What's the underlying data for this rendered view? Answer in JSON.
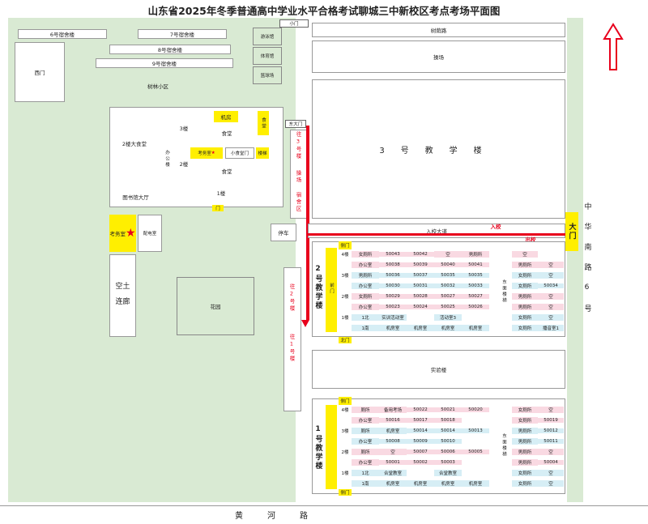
{
  "title": "山东省2025年冬季普通高中学业水平合格考试聊城三中新校区考点考场平面图",
  "compass": "北",
  "labels": {
    "dorm6": "6号宿舍楼",
    "dorm7": "7号宿舍楼",
    "dorm8": "8号宿舍楼",
    "dorm9": "9号宿舍楼",
    "west_gate": "西门",
    "plaza": "树林小区",
    "small_gate": "小门",
    "top_right_a": "树荫路",
    "top_right_b": "操场",
    "g1": "游泳馆",
    "g2": "体育馆",
    "g3": "篮球场",
    "canteen_big": "2楼大食堂",
    "office_building": "办公楼",
    "f3": "3楼",
    "f2": "2楼",
    "f1": "1楼",
    "jf": "机房",
    "canteen": "食堂",
    "canteen2": "食堂",
    "kw": "考务室",
    "kw_star": "★",
    "dx": "小食堂门",
    "ea": "楼梯",
    "library": "图书馆大厅",
    "gate_small": "门",
    "east_gate": "东大门",
    "to3": "往3号楼",
    "to_cr": "操场",
    "to_ss": "宿舍区",
    "building3": "3号教学楼",
    "zhonghua": "中华南路6号",
    "main_gate": "大门",
    "entry": "入校",
    "exit": "出校",
    "entry_road": "入校大道",
    "car": "停车",
    "kw_room": "考务室",
    "kw_room_star": "★",
    "ac": "配电室",
    "kl": "空",
    "kl2": "土",
    "kl3": "连廊",
    "garden": "花园",
    "to2": "往2号楼",
    "to1": "往1号楼",
    "lab": "实验楼",
    "b2": "2号教学楼",
    "b1": "1号教学楼",
    "side_gate": "侧门",
    "front": "前门",
    "stair": "东面楼梯",
    "middle": "北门",
    "road": "黄河路"
  },
  "b2_rows": [
    [
      "4楼",
      "女厕所",
      "50043",
      "50042",
      "空",
      "男厕所",
      "空"
    ],
    [
      "",
      "办公室",
      "50038",
      "50039",
      "50040",
      "50041",
      "男厕所",
      "空"
    ],
    [
      "3楼",
      "男厕所",
      "50036",
      "50037",
      "50035",
      "50035",
      "女厕所",
      "空"
    ],
    [
      "",
      "办公室",
      "50030",
      "50031",
      "50032",
      "50033",
      "女厕所",
      "50034"
    ],
    [
      "2楼",
      "女厕所",
      "50029",
      "50028",
      "50027",
      "50027",
      "男厕所",
      "空"
    ],
    [
      "",
      "办公室",
      "50023",
      "50024",
      "50025",
      "50026",
      "男厕所",
      "空"
    ],
    [
      "1楼",
      "1北",
      "实训活动室",
      "",
      "活动室3",
      "",
      "女厕所",
      "空"
    ],
    [
      "",
      "1南",
      "机房室",
      "机房室",
      "机房室",
      "机房室",
      "女厕所",
      "播音室1"
    ]
  ],
  "b1_rows": [
    [
      "4楼",
      "厕所",
      "备用考场",
      "50022",
      "50021",
      "50020",
      "女厕所",
      "空"
    ],
    [
      "",
      "办公室",
      "50016",
      "50017",
      "50018",
      "",
      "女厕所",
      "50019"
    ],
    [
      "3楼",
      "厕所",
      "机房室",
      "50014",
      "50014",
      "50013",
      "男厕所",
      "50012"
    ],
    [
      "",
      "办公室",
      "50008",
      "50009",
      "50010",
      "",
      "男厕所",
      "50011"
    ],
    [
      "2楼",
      "厕所",
      "空",
      "50007",
      "50006",
      "50005",
      "男厕所",
      "空"
    ],
    [
      "",
      "办公室",
      "50001",
      "50002",
      "50003",
      "",
      "男厕所",
      "50004"
    ],
    [
      "1楼",
      "1北",
      "合堂教室",
      "",
      "合堂教室",
      "",
      "女厕所",
      "空"
    ],
    [
      "",
      "1南",
      "机房室",
      "机房室",
      "机房室",
      "机房室",
      "女厕所",
      "空"
    ]
  ]
}
